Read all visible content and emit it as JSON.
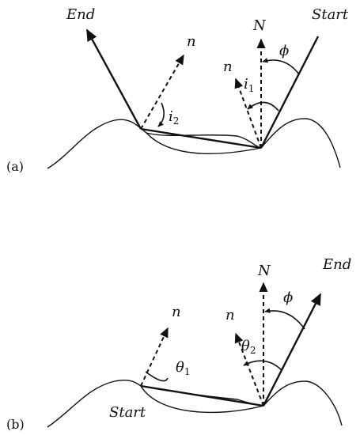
{
  "panel_a": {
    "tag": "(a)",
    "start_label": "Start",
    "end_label": "End",
    "normal_vertical": "N",
    "normal_1": "n",
    "normal_2": "n",
    "angle_phi": "ϕ",
    "angle_i1_base": "i",
    "angle_i1_sub": "1",
    "angle_i2_base": "i",
    "angle_i2_sub": "2"
  },
  "panel_b": {
    "tag": "(b)",
    "start_label": "Start",
    "end_label": "End",
    "normal_vertical": "N",
    "normal_1": "n",
    "normal_2": "n",
    "angle_phi": "ϕ",
    "angle_theta1_base": "θ",
    "angle_theta1_sub": "1",
    "angle_theta2_base": "θ",
    "angle_theta2_sub": "2"
  }
}
